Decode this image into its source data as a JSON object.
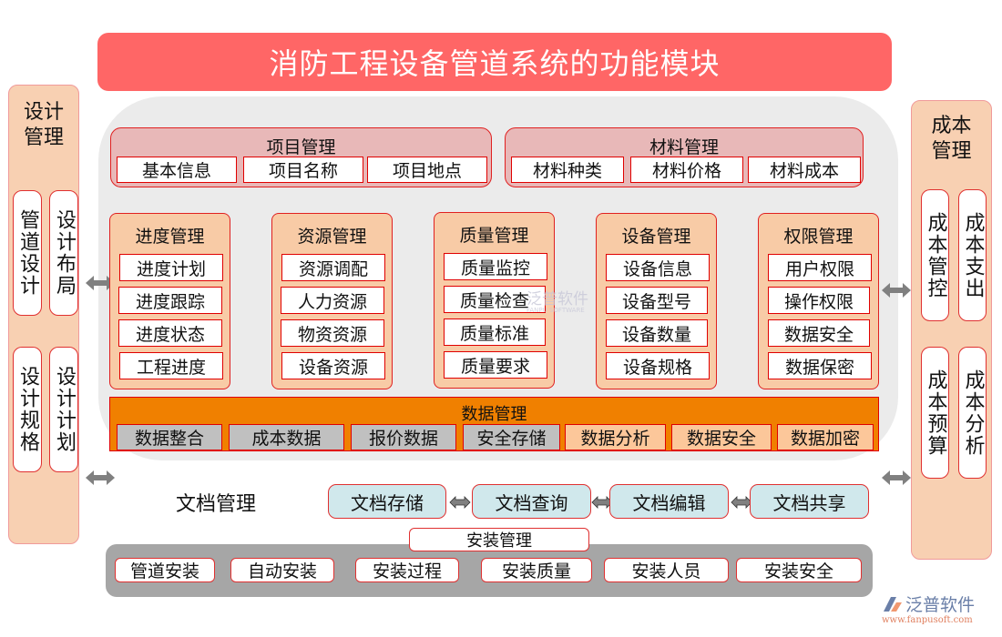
{
  "title": "消防工程设备管道系统的功能模块",
  "left_panel": {
    "title": "设计管理",
    "items": [
      "管道设计",
      "设计布局",
      "设计规格",
      "设计计划"
    ]
  },
  "right_panel": {
    "title": "成本管理",
    "items": [
      "成本管控",
      "成本支出",
      "成本预算",
      "成本分析"
    ]
  },
  "project": {
    "title": "项目管理",
    "items": [
      "基本信息",
      "项目名称",
      "项目地点"
    ]
  },
  "material": {
    "title": "材料管理",
    "items": [
      "材料种类",
      "材料价格",
      "材料成本"
    ]
  },
  "modules": [
    {
      "title": "进度管理",
      "items": [
        "进度计划",
        "进度跟踪",
        "进度状态",
        "工程进度"
      ]
    },
    {
      "title": "资源管理",
      "items": [
        "资源调配",
        "人力资源",
        "物资资源",
        "设备资源"
      ]
    },
    {
      "title": "质量管理",
      "items": [
        "质量监控",
        "质量检查",
        "质量标准",
        "质量要求"
      ]
    },
    {
      "title": "设备管理",
      "items": [
        "设备信息",
        "设备型号",
        "设备数量",
        "设备规格"
      ]
    },
    {
      "title": "权限管理",
      "items": [
        "用户权限",
        "操作权限",
        "数据安全",
        "数据保密"
      ]
    }
  ],
  "data_mgmt": {
    "title": "数据管理",
    "items": [
      "数据整合",
      "成本数据",
      "报价数据",
      "安全存储",
      "数据分析",
      "数据安全",
      "数据加密"
    ]
  },
  "document": {
    "title": "文档管理",
    "items": [
      "文档存储",
      "文档查询",
      "文档编辑",
      "文档共享"
    ]
  },
  "install": {
    "title": "安装管理",
    "items": [
      "管道安装",
      "自动安装",
      "安装过程",
      "安装质量",
      "安装人员",
      "安装安全"
    ]
  },
  "watermark": {
    "name": "泛普软件",
    "sub": "FANPU SOFTWARE"
  },
  "logo": {
    "name": "泛普软件",
    "url": "www.fanpusoft.com"
  },
  "colors": {
    "title_bg": "#ff6666",
    "side_panel_bg": "#f8d0b2",
    "top_group_bg": "#e8b8b8",
    "module_bg": "#f8cba6",
    "data_bar_bg": "#f08000",
    "doc_box_bg": "#d0e8ec",
    "install_bg": "#a6a6a6",
    "border_red": "#e00000"
  }
}
